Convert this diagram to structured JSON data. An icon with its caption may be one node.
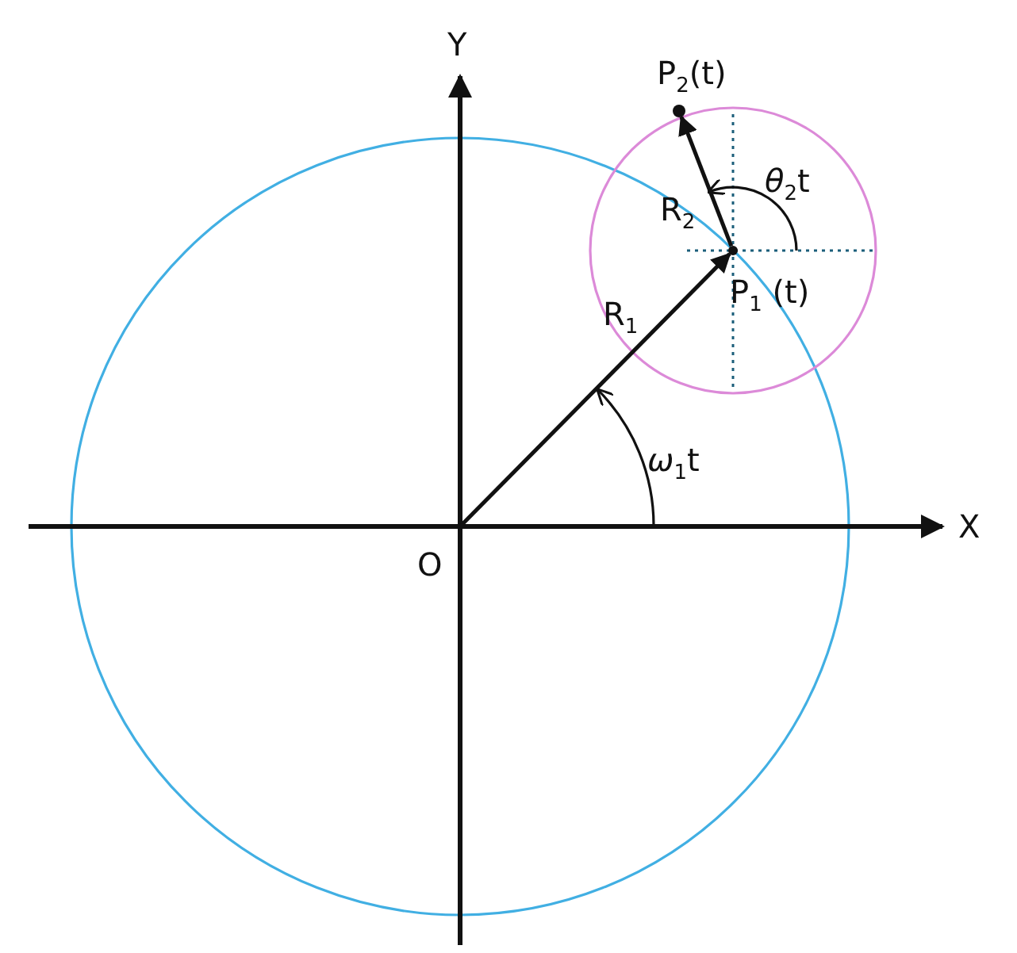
{
  "diagram": {
    "nodes": [
      {
        "text": [],
        "shape": "circle",
        "beside": [
          "P$_{1}$ (t)"
        ]
      },
      {
        "text": [],
        "shape": "circle",
        "beside": [
          "P$_{2}$(t)"
        ]
      }
    ],
    "edges": [
      {
        "from": null,
        "to": 0,
        "arrow": "to",
        "label": "R$_{1}$"
      },
      {
        "from": 0,
        "to": 1,
        "arrow": "to",
        "label": "R$_{2}$"
      }
    ],
    "labels": [
      "Y",
      "X",
      "O",
      "*θ*$_{2}$t",
      "*ω*$_{1}$t"
    ]
  }
}
